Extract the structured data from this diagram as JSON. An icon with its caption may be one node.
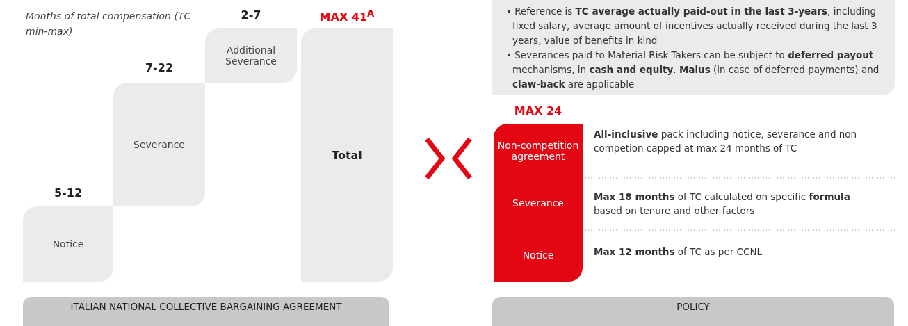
{
  "diagram": {
    "nodes": [
      {
        "text": [
          "Notice"
        ],
        "beside": [
          "5-12"
        ]
      },
      {
        "text": [
          "Severance"
        ],
        "beside": [
          "7-22"
        ]
      },
      {
        "text": [
          "Additional Severance"
        ],
        "beside": [
          "2-7"
        ]
      },
      {
        "text": [
          "Total"
        ],
        "beside": [
          "MAX 41$^{A}$"
        ]
      },
      {
        "text": [
          "ITALIAN NATIONAL COLLECTIVE BARGAINING AGREEMENT"
        ]
      },
      {
        "text": [
          "• Reference is **TC average actually paid-out in the last 3-years**, including fixed salary, average amount of incentives actually received during the last 3 years, value of benefits in kind",
          "• Severances paid to Material Risk Takers can be subject to **deferred payout** mechanisms, in **cash and equity**. **Malus** (in case of deferred payments) and **claw-back** are applicable"
        ]
      },
      {
        "text": [
          "Non-competition agreement"
        ],
        "beside": [
          "MAX 24"
        ]
      },
      {
        "text": [
          "Severance"
        ],
        "in": 6
      },
      {
        "text": [
          "Notice"
        ],
        "in": 6
      },
      {
        "text": [
          "POLICY"
        ]
      }
    ],
    "edges": [],
    "labels": [
      "Months of total compensation (TC min-max)",
      "**All-inclusive** pack including notice, severance and non competion capped at max 24 months of TC",
      "**Max 18 months** of TC calculated on specific **formula** based on tenure and other factors",
      "**Max 12 months** of TC as per CCNL"
    ]
  }
}
